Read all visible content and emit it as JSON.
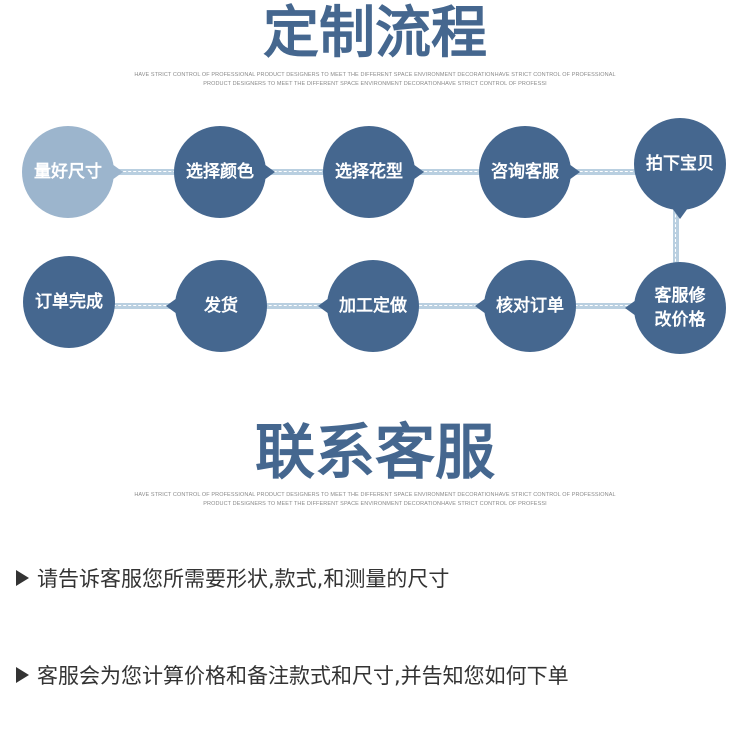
{
  "process": {
    "title": "定制流程",
    "subtitle_line1": "HAVE STRICT CONTROL OF PROFESSIONAL PRODUCT DESIGNERS TO MEET THE DIFFERENT SPACE ENVIRONMENT DECORATIONHAVE STRICT CONTROL OF PROFESSIONAL",
    "subtitle_line2": "PRODUCT DESIGNERS TO MEET THE DIFFERENT SPACE ENVIRONMENT DECORATIONHAVE STRICT CONTROL OF PROFESSI",
    "steps": [
      {
        "label": "量好尺寸"
      },
      {
        "label": "选择颜色"
      },
      {
        "label": "选择花型"
      },
      {
        "label": "咨询客服"
      },
      {
        "label": "拍下宝贝"
      },
      {
        "label": "客服修\n改价格"
      },
      {
        "label": "核对订单"
      },
      {
        "label": "加工定做"
      },
      {
        "label": "发货"
      },
      {
        "label": "订单完成"
      }
    ],
    "colors": {
      "primary": "#45678f",
      "first_step": "#9cb5cd",
      "connector": "#b9cfe0"
    }
  },
  "contact": {
    "title": "联系客服",
    "subtitle_line1": "HAVE STRICT CONTROL OF PROFESSIONAL PRODUCT DESIGNERS TO MEET THE DIFFERENT SPACE ENVIRONMENT DECORATIONHAVE STRICT CONTROL OF PROFESSIONAL",
    "subtitle_line2": "PRODUCT DESIGNERS TO MEET THE DIFFERENT SPACE ENVIRONMENT DECORATIONHAVE STRICT CONTROL OF PROFESSI",
    "notes": [
      "请告诉客服您所需要形状,款式,和测量的尺寸",
      "客服会为您计算价格和备注款式和尺寸,并告知您如何下单"
    ]
  }
}
